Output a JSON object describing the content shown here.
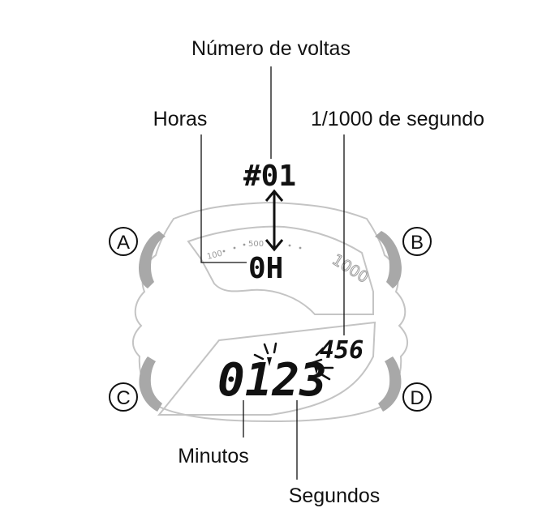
{
  "labels": {
    "laps": "Número de voltas",
    "hours": "Horas",
    "thousandths": "1/1000 de segundo",
    "minutes": "Minutos",
    "seconds": "Segundos"
  },
  "buttons": {
    "a": "A",
    "b": "B",
    "c": "C",
    "d": "D"
  },
  "display": {
    "lap_number": "#01",
    "hours": "0H",
    "main_time": "0123",
    "fraction": "456"
  },
  "scale": {
    "s100": "100",
    "s500": "500",
    "s1000": "1000"
  },
  "colors": {
    "outline": "#c4c4c4",
    "button": "#a8a8a8",
    "ink": "#111111"
  }
}
